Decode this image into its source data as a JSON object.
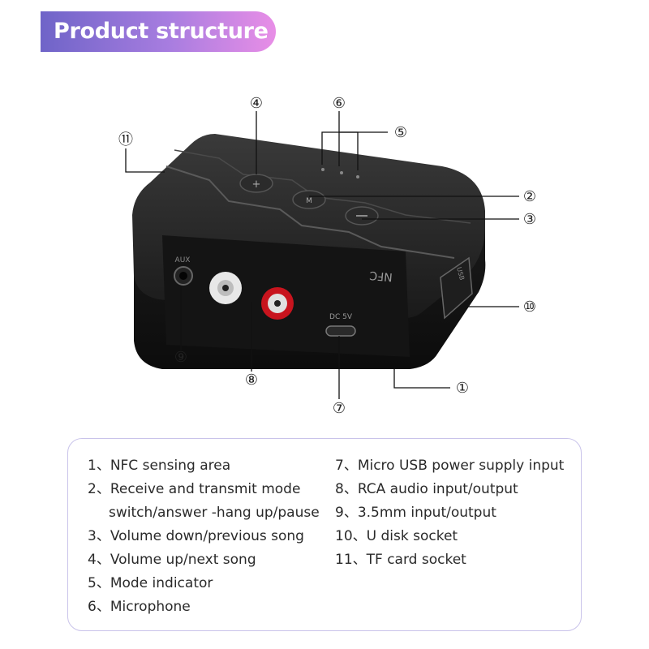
{
  "header": {
    "title": "Product structure"
  },
  "device_labels": {
    "aux": "AUX",
    "nfc": "NFC",
    "dc": "DC 5V",
    "usb": "USB"
  },
  "callouts": [
    "①",
    "②",
    "③",
    "④",
    "⑤",
    "⑥",
    "⑦",
    "⑧",
    "⑨",
    "⑩",
    "⑪"
  ],
  "legend": {
    "left": [
      "1、NFC sensing area",
      "2、Receive and transmit mode",
      "switch/answer -hang up/pause",
      "3、Volume down/previous song",
      "4、Volume up/next song",
      "5、Mode indicator",
      "6、Microphone"
    ],
    "right": [
      "7、Micro USB power supply input",
      "8、RCA audio input/output",
      "9、3.5mm input/output",
      "10、U disk socket",
      "11、TF card socket"
    ]
  }
}
